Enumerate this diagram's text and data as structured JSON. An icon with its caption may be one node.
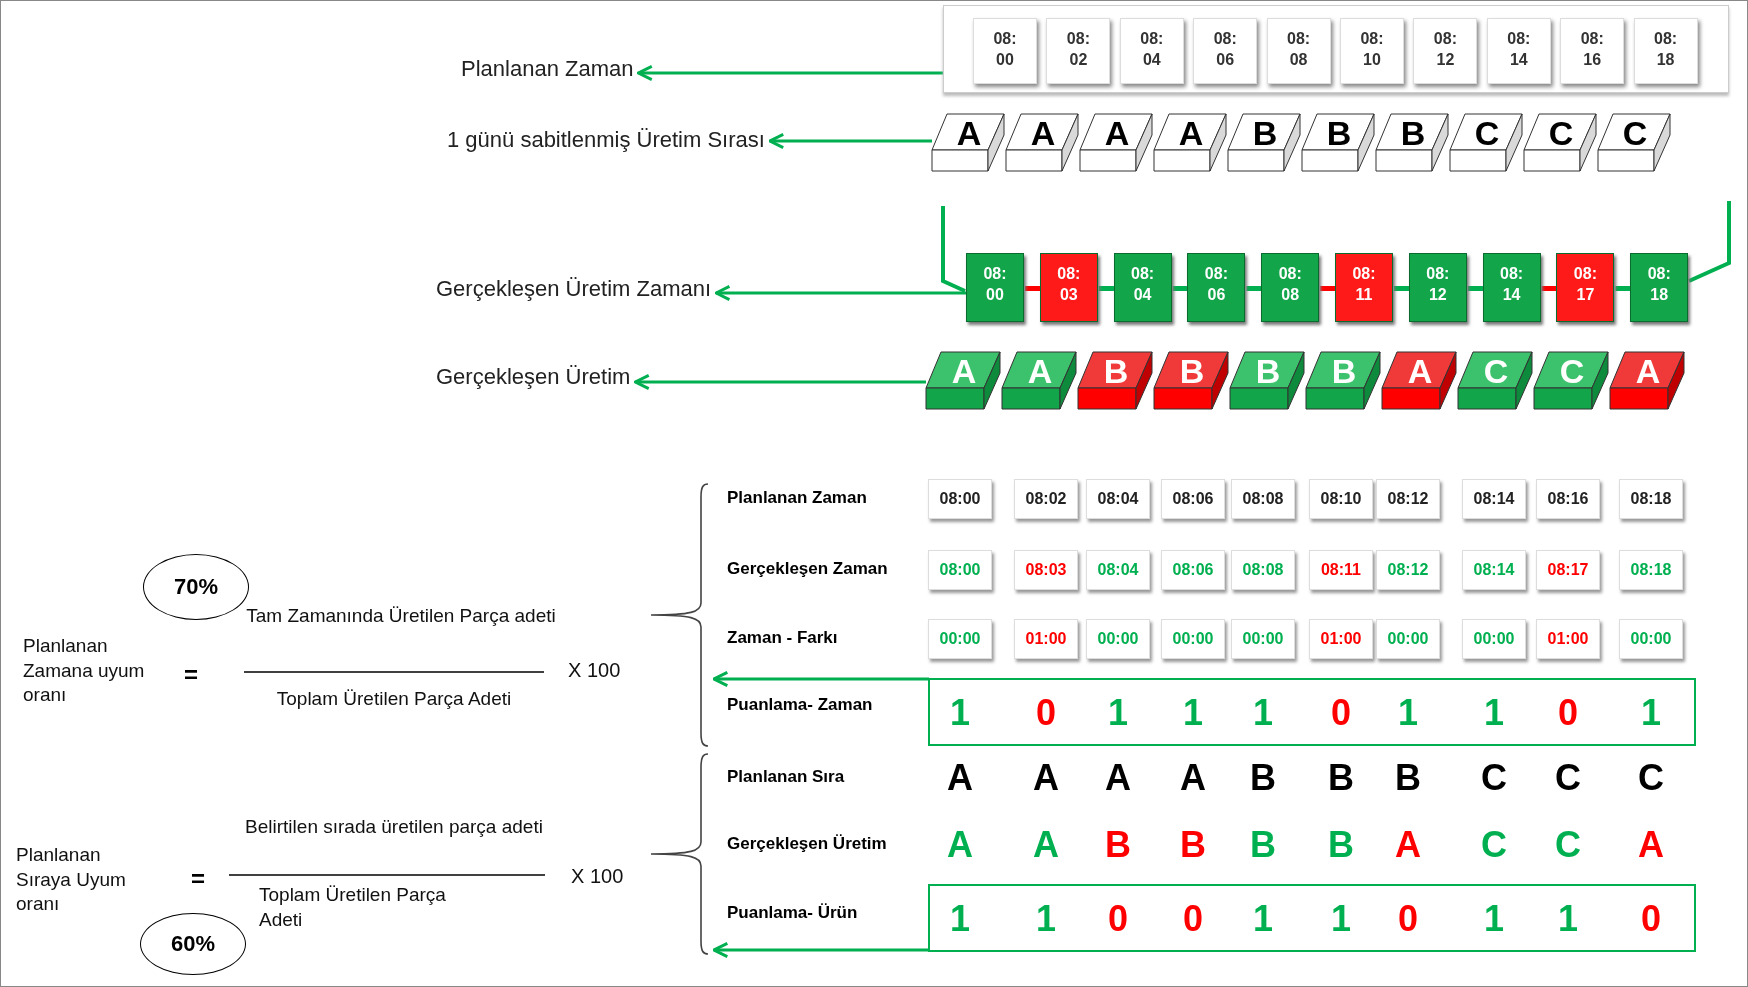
{
  "diagram": {
    "nodes": [
      {
        "text": [
          "Planlanan Zaman"
        ]
      },
      {
        "text": [],
        "shape": "box"
      },
      {
        "text": [
          "08: 00"
        ],
        "in": 1
      },
      {
        "text": [
          "08: 02"
        ],
        "in": 1
      },
      {
        "text": [
          "08: 04"
        ],
        "in": 1
      },
      {
        "text": [
          "08: 06"
        ],
        "in": 1
      },
      {
        "text": [
          "08: 08"
        ],
        "in": 1
      },
      {
        "text": [
          "08: 10"
        ],
        "in": 1
      },
      {
        "text": [
          "08: 12"
        ],
        "in": 1
      },
      {
        "text": [
          "08: 14"
        ],
        "in": 1
      },
      {
        "text": [
          "08: 16"
        ],
        "in": 1
      },
      {
        "text": [
          "08: 18"
        ],
        "in": 1
      },
      {
        "text": [
          "1 günü sabitlenmiş Üretim Sırası"
        ]
      },
      {
        "text": [
          "A"
        ]
      },
      {
        "text": [
          "A"
        ]
      },
      {
        "text": [
          "A"
        ]
      },
      {
        "text": [
          "A"
        ]
      },
      {
        "text": [
          "B"
        ]
      },
      {
        "text": [
          "B"
        ]
      },
      {
        "text": [
          "B"
        ]
      },
      {
        "text": [
          "C"
        ]
      },
      {
        "text": [
          "C"
        ]
      },
      {
        "text": [
          "C"
        ]
      },
      {
        "text": [
          "Gerçekleşen Üretim Zamanı"
        ]
      },
      {
        "text": [
          "08: 00"
        ]
      },
      {
        "text": [
          "08: 03"
        ]
      },
      {
        "text": [
          "08: 04"
        ]
      },
      {
        "text": [
          "08: 06"
        ]
      },
      {
        "text": [
          "08: 08"
        ]
      },
      {
        "text": [
          "08: 11"
        ]
      },
      {
        "text": [
          "08: 12"
        ]
      },
      {
        "text": [
          "08: 14"
        ]
      },
      {
        "text": [
          "08: 17"
        ]
      },
      {
        "text": [
          "08: 18"
        ]
      },
      {
        "text": [
          "Gerçekleşen Üretim"
        ]
      },
      {
        "text": [
          "A"
        ]
      },
      {
        "text": [
          "A"
        ]
      },
      {
        "text": [
          "B"
        ]
      },
      {
        "text": [
          "B"
        ]
      },
      {
        "text": [
          "B"
        ]
      },
      {
        "text": [
          "B"
        ]
      },
      {
        "text": [
          "A"
        ]
      },
      {
        "text": [
          "C"
        ]
      },
      {
        "text": [
          "C"
        ]
      },
      {
        "text": [
          "A"
        ]
      },
      {
        "text": [
          "08:00"
        ]
      },
      {
        "text": [
          "08:02"
        ]
      },
      {
        "text": [
          "08:04"
        ]
      },
      {
        "text": [
          "08:06"
        ]
      },
      {
        "text": [
          "08:08"
        ]
      },
      {
        "text": [
          "08:10"
        ]
      },
      {
        "text": [
          "08:12"
        ]
      },
      {
        "text": [
          "08:14"
        ]
      },
      {
        "text": [
          "08:16"
        ]
      },
      {
        "text": [
          "08:18"
        ]
      },
      {
        "text": [
          "08:00"
        ]
      },
      {
        "text": [
          "08:03"
        ]
      },
      {
        "text": [
          "08:04"
        ]
      },
      {
        "text": [
          "08:06"
        ]
      },
      {
        "text": [
          "08:08"
        ]
      },
      {
        "text": [
          "08:11"
        ]
      },
      {
        "text": [
          "08:12"
        ]
      },
      {
        "text": [
          "08:14"
        ]
      },
      {
        "text": [
          "08:17"
        ]
      },
      {
        "text": [
          "08:18"
        ]
      },
      {
        "text": [
          "00:00"
        ]
      },
      {
        "text": [
          "01:00"
        ]
      },
      {
        "text": [
          "00:00"
        ]
      },
      {
        "text": [
          "00:00"
        ]
      },
      {
        "text": [
          "00:00"
        ]
      },
      {
        "text": [
          "01:00"
        ]
      },
      {
        "text": [
          "00:00"
        ]
      },
      {
        "text": [
          "00:00"
        ]
      },
      {
        "text": [
          "01:00"
        ]
      },
      {
        "text": [
          "00:00"
        ]
      },
      {
        "text": [
          "1",
          "0",
          "1",
          "1",
          "1",
          "0",
          "1",
          "1",
          "0",
          "1"
        ]
      },
      {
        "text": [
          "1",
          "1",
          "0",
          "0",
          "1",
          "1",
          "0",
          "1",
          "1",
          "0"
        ]
      },
      {
        "text": [
          "70%"
        ]
      },
      {
        "text": [
          "60%"
        ]
      },
      {
        "text": [],
        "shape": "brace"
      },
      {
        "text": [],
        "shape": "brace"
      }
    ],
    "edges": [
      {
        "from": 1,
        "to": 0,
        "arrow": "to"
      },
      {
        "from": 13,
        "to": 12,
        "arrow": "to"
      },
      {
        "from": 24,
        "to": 23,
        "arrow": "to"
      },
      {
        "from": 35,
        "to": 34,
        "arrow": "to"
      },
      {
        "from": 75,
        "to": 79,
        "arrow": "to"
      },
      {
        "from": 76,
        "to": 80,
        "arrow": "to"
      },
      {
        "from": 24,
        "to": 25,
        "arrow": "none",
        "color": "#ff0000"
      },
      {
        "from": 25,
        "to": 26,
        "arrow": "none"
      },
      {
        "from": 26,
        "to": 27,
        "arrow": "none"
      },
      {
        "from": 27,
        "to": 28,
        "arrow": "none"
      },
      {
        "from": 28,
        "to": 29,
        "arrow": "none",
        "color": "#ff0000"
      },
      {
        "from": 29,
        "to": 30,
        "arrow": "none"
      },
      {
        "from": 30,
        "to": 31,
        "arrow": "none"
      },
      {
        "from": 31,
        "to": 32,
        "arrow": "none",
        "color": "#ff0000"
      },
      {
        "from": 32,
        "to": 33,
        "arrow": "none"
      }
    ],
    "labels": [
      "Planlanan Zaman",
      "Gerçekleşen Zaman",
      "Zaman - Farkı",
      "Puanlama- Zaman",
      "Planlanan Sıra",
      "A",
      "A",
      "A",
      "A",
      "B",
      "B",
      "B",
      "C",
      "C",
      "C",
      "Gerçekleşen Üretim",
      "A",
      "A",
      "B",
      "B",
      "B",
      "B",
      "A",
      "C",
      "C",
      "A",
      "Puanlama- Ürün",
      "Planlanan Zamana uyum oranı",
      "=",
      "Tam Zamanında Üretilen Parça adeti",
      "Toplam Üretilen Parça Adeti",
      "X 100",
      "Planlanan Sıraya Uyum oranı",
      "=",
      "Belirtilen sırada üretilen parça adeti",
      "Toplam Üretilen Parça Adeti",
      "X 100"
    ]
  }
}
